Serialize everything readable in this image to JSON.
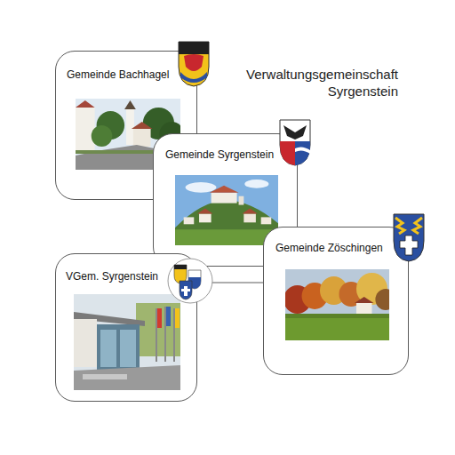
{
  "diagram": {
    "title": "Verwaltungsgemeinschaft Syrgenstein",
    "nodes": [
      {
        "text": [
          "Gemeinde Bachhagel"
        ]
      },
      {
        "text": [
          "Gemeinde Syrgenstein"
        ]
      },
      {
        "text": [
          "Gemeinde Zöschingen"
        ]
      },
      {
        "text": [
          "VGem. Syrgenstein"
        ]
      }
    ],
    "edges": [
      {
        "from": 3,
        "to": 2,
        "arrow": "none"
      }
    ]
  }
}
